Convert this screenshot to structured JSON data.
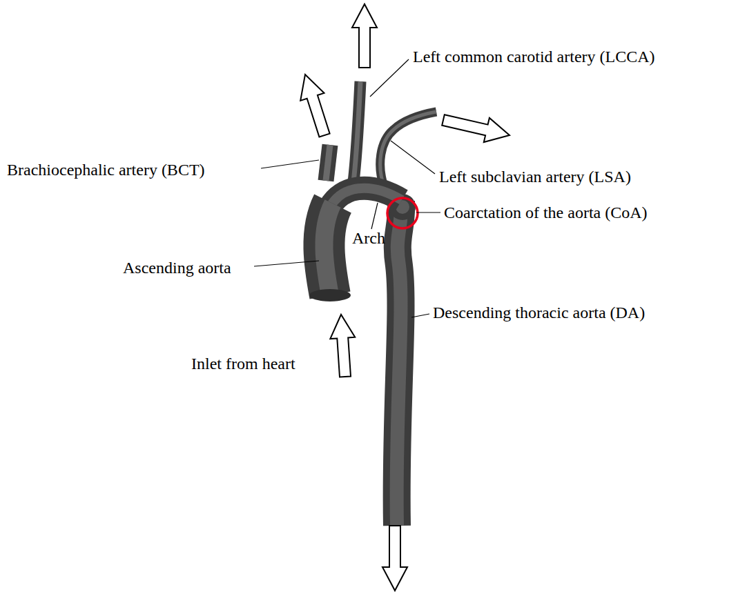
{
  "diagram": {
    "labels": [
      "Left common carotid artery (LCCA)",
      "Brachiocephalic artery (BCT)",
      "Left subclavian artery (LSA)",
      "Coarctation of the aorta (CoA)",
      "Arch",
      "Ascending aorta",
      "Descending thoracic aorta (DA)",
      "Inlet from heart"
    ]
  }
}
